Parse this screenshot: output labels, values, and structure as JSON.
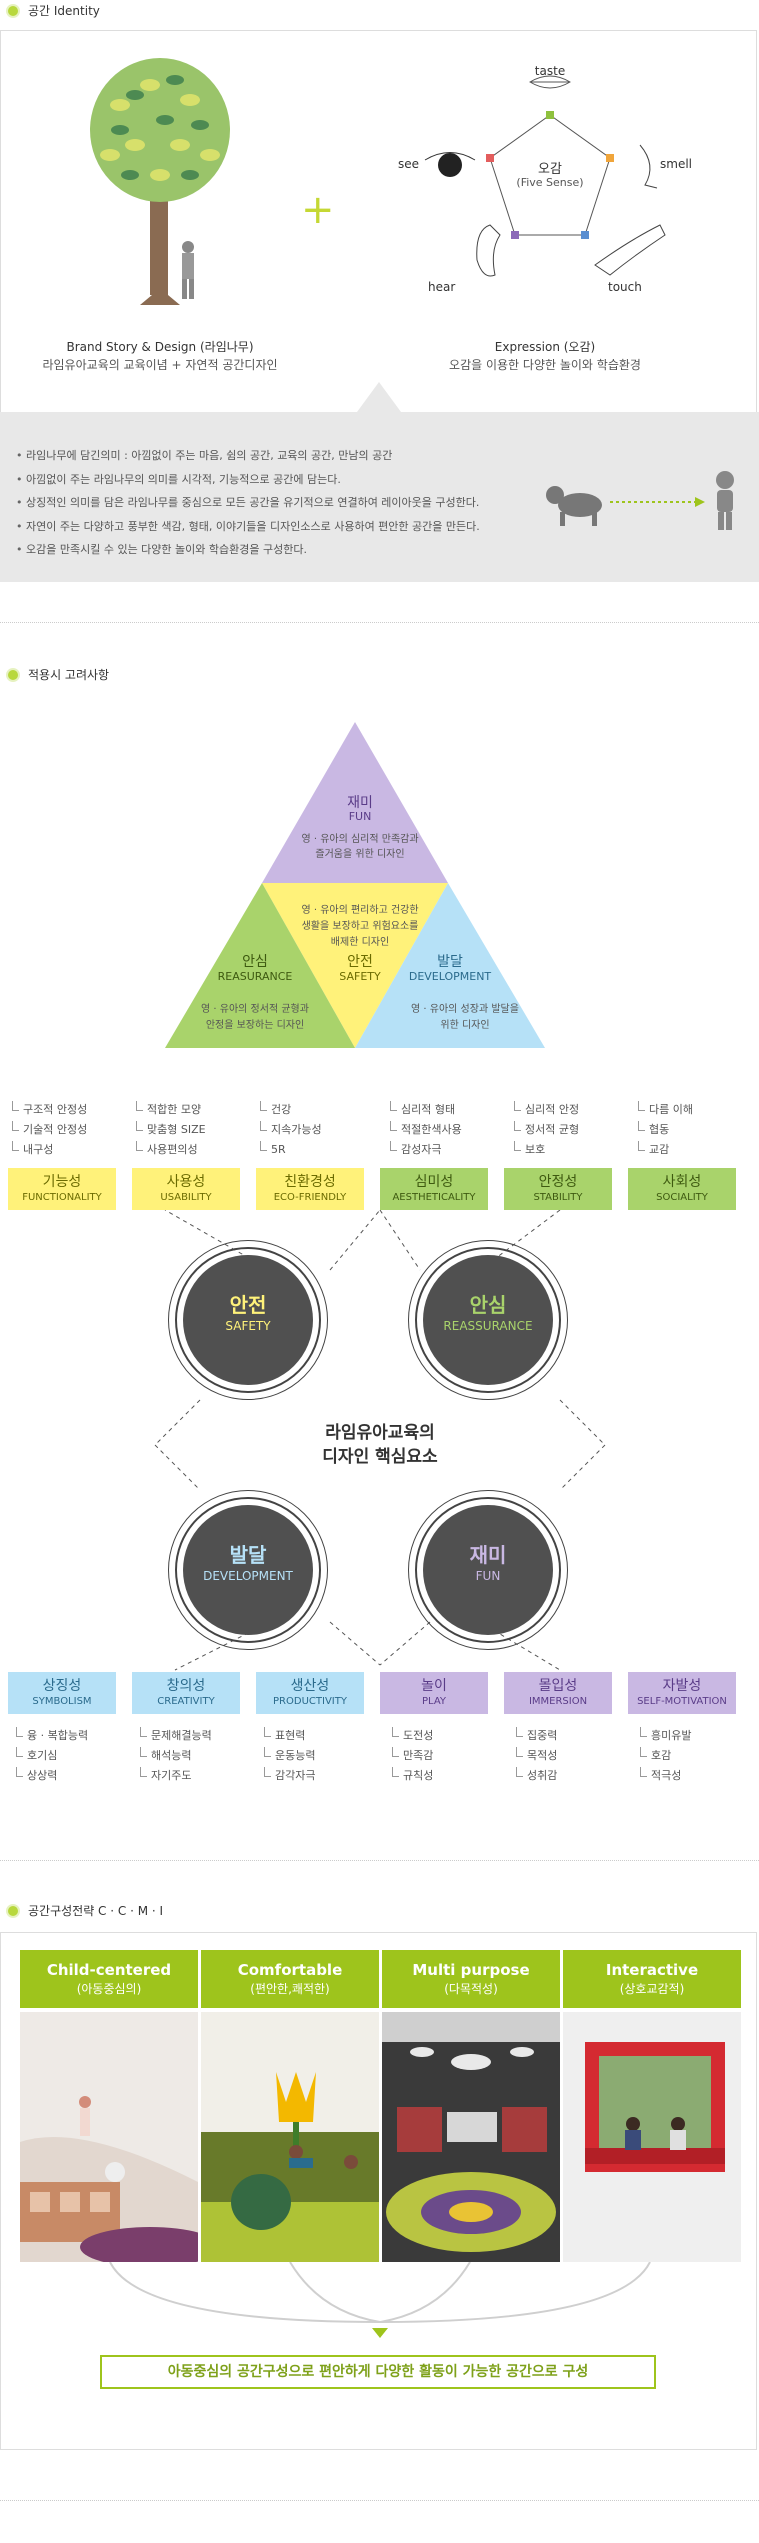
{
  "sections": {
    "identity_title": "공간 Identity",
    "consider_title": "적용시 고려사항",
    "strategy_title": "공간구성전략  C · C · M · I"
  },
  "identity": {
    "brand_title": "Brand Story & Design (라임나무)",
    "brand_sub": "라임유아교육의 교육이념 + 자연적 공간디자인",
    "plus": "+",
    "expr_title": "Expression (오감)",
    "expr_sub": "오감을 이용한 다양한 놀이와 학습환경",
    "five_sense_k": "오감",
    "five_sense_e": "(Five Sense)",
    "taste": "taste",
    "see": "see",
    "smell": "smell",
    "hear": "hear",
    "touch": "touch",
    "bullets": [
      "라임나무에 담긴의미 : 아낌없이 주는 마음, 쉼의 공간, 교육의 공간, 만남의 공간",
      "아낌없이 주는 라임나무의 의미를 시각적, 기능적으로 공간에 담는다.",
      "상징적인 의미를 담은 라임나무를 중심으로 모든 공간을 유기적으로 연결하여 레이아웃을 구성한다.",
      "자연이 주는  다양하고 풍부한 색감, 형태, 이야기들을 디자인소스로 사용하여 편안한 공간을 만든다.",
      "오감을 만족시킬 수 있는 다양한 놀이와 학습환경을 구성한다."
    ]
  },
  "triangle": {
    "fun_k": "재미",
    "fun_e": "FUN",
    "fun_d1": "영 · 유아의 심리적 만족감과",
    "fun_d2": "즐거움을 위한 디자인",
    "safety_d1": "영 · 유아의 편리하고 건강한",
    "safety_d2": "생활을 보장하고 위험요소를",
    "safety_d3": "배제한 디자인",
    "safety_k": "안전",
    "safety_e": "SAFETY",
    "reas_k": "안심",
    "reas_e": "REASURANCE",
    "reas_d1": "영 · 유아의 정서적 균형과",
    "reas_d2": "안정을 보장하는 디자인",
    "dev_k": "발달",
    "dev_e": "DEVELOPMENT",
    "dev_d1": "영 · 유아의 성장과 발달을",
    "dev_d2": "위한 디자인"
  },
  "top_boxes": [
    {
      "k": "기능성",
      "e": "FUNCTIONALITY",
      "items": [
        "구조적 안정성",
        "기술적 안정성",
        "내구성"
      ]
    },
    {
      "k": "사용성",
      "e": "USABILITY",
      "items": [
        "적합한 모양",
        "맞춤형 SIZE",
        "사용편의성"
      ]
    },
    {
      "k": "친환경성",
      "e": "ECO-FRIENDLY",
      "items": [
        "건강",
        "지속가능성",
        "5R"
      ]
    },
    {
      "k": "심미성",
      "e": "AESTHETICALITY",
      "items": [
        "심리적 형태",
        "적절한색사용",
        "감성자극"
      ]
    },
    {
      "k": "안정성",
      "e": "STABILITY",
      "items": [
        "심리적 안정",
        "정서적 균형",
        "보호"
      ]
    },
    {
      "k": "사회성",
      "e": "SOCIALITY",
      "items": [
        "다름 이해",
        "협동",
        "교감"
      ]
    }
  ],
  "circles": {
    "safety_k": "안전",
    "safety_e": "SAFETY",
    "reas_k": "안심",
    "reas_e": "REASSURANCE",
    "dev_k": "발달",
    "dev_e": "DEVELOPMENT",
    "fun_k": "재미",
    "fun_e": "FUN",
    "center1": "라임유아교육의",
    "center2": "디자인 핵심요소"
  },
  "bottom_boxes": [
    {
      "k": "상징성",
      "e": "SYMBOLISM",
      "items": [
        "융 · 복합능력",
        "호기심",
        "상상력"
      ]
    },
    {
      "k": "창의성",
      "e": "CREATIVITY",
      "items": [
        "문제해결능력",
        "해석능력",
        "자기주도"
      ]
    },
    {
      "k": "생산성",
      "e": "PRODUCTIVITY",
      "items": [
        "표현력",
        "운동능력",
        "감각자극"
      ]
    },
    {
      "k": "놀이",
      "e": "PLAY",
      "items": [
        "도전성",
        "만족감",
        "규칙성"
      ]
    },
    {
      "k": "몰입성",
      "e": "IMMERSION",
      "items": [
        "집중력",
        "목적성",
        "성취감"
      ]
    },
    {
      "k": "자발성",
      "e": "SELF-MOTIVATION",
      "items": [
        "흥미유발",
        "호감",
        "적극성"
      ]
    }
  ],
  "strategy": [
    {
      "t1": "Child-centered",
      "t2": "(아동중심의)"
    },
    {
      "t1": "Comfortable",
      "t2": "(편안한,쾌적한)"
    },
    {
      "t1": "Multi purpose",
      "t2": "(다목적성)"
    },
    {
      "t1": "Interactive",
      "t2": "(상호교감적)"
    }
  ],
  "conclusion": "아동중심의 공간구성으로 편안하게 다양한 활동이 가능한 공간으로 구성",
  "colors": {
    "accent": "#9ec41c",
    "yellow": "#fff27a",
    "green": "#a9d36b",
    "blue": "#b6e1f7",
    "purple": "#c9b8e3",
    "circle": "#505050"
  }
}
